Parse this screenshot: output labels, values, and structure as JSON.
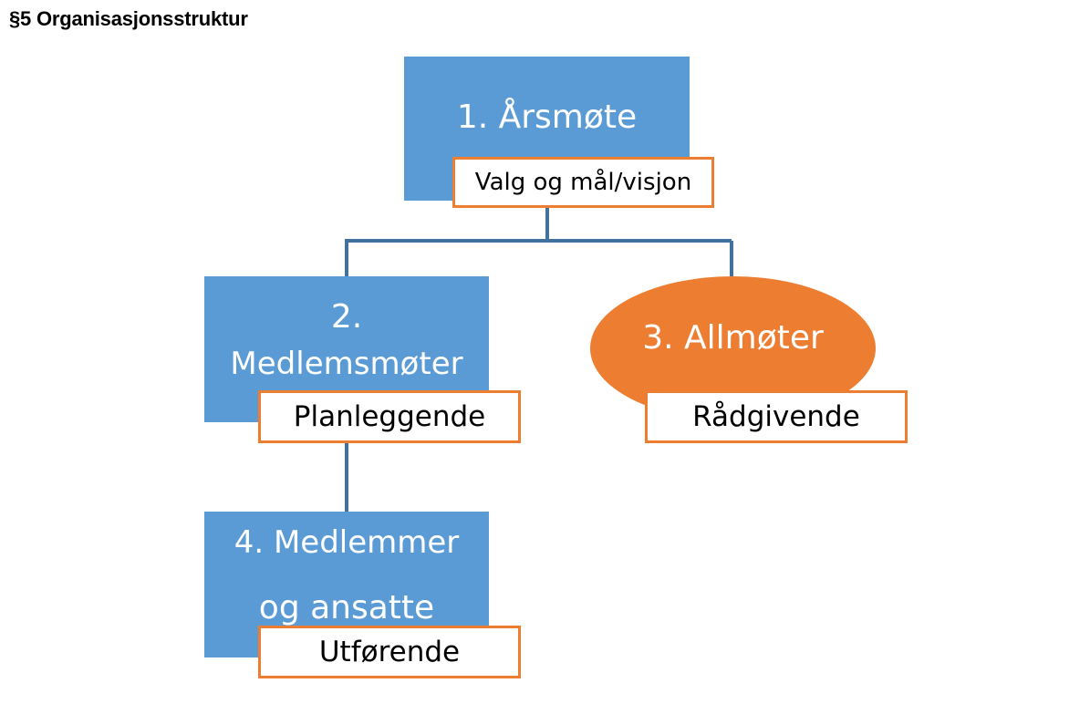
{
  "heading": "§5 Organisasjonsstruktur",
  "colors": {
    "box_blue": "#5b9bd5",
    "ellipse_orange": "#ed7d31",
    "label_border": "#ed7d31",
    "connector": "#41719c"
  },
  "nodes": {
    "arsmote": {
      "title": "1. Årsmøte",
      "label": "Valg og mål/visjon"
    },
    "medlemsmoter": {
      "title_line1": "2.",
      "title_line2": "Medlemsmøter",
      "label": "Planleggende"
    },
    "allmoter": {
      "title": "3. Allmøter",
      "label": "Rådgivende"
    },
    "medlemmer": {
      "title_line1": "4. Medlemmer",
      "title_line2": "og ansatte",
      "label": "Utførende"
    }
  }
}
